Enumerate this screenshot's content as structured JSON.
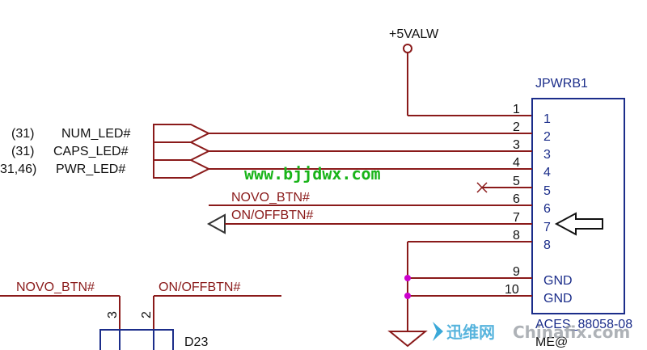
{
  "power_label": "+5VALW",
  "connector": {
    "name": "JPWRB1",
    "part": "ACES_88058-08",
    "variant": "ME@",
    "inner_pins": [
      "1",
      "2",
      "3",
      "4",
      "5",
      "6",
      "7",
      "8",
      "GND",
      "GND"
    ],
    "outer_pins": [
      "1",
      "2",
      "3",
      "4",
      "5",
      "6",
      "7",
      "8",
      "9",
      "10"
    ]
  },
  "inputs": [
    {
      "ref": "(31)",
      "net": "NUM_LED#"
    },
    {
      "ref": "(31)",
      "net": "CAPS_LED#"
    },
    {
      "ref": "31,46)",
      "net": "PWR_LED#"
    }
  ],
  "nets": {
    "novo": "NOVO_BTN#",
    "onoff": "ON/OFFBTN#"
  },
  "bottom": {
    "novo": "NOVO_BTN#",
    "onoff": "ON/OFFBTN#",
    "pin_a": "3",
    "pin_b": "2",
    "diode": "D23"
  },
  "watermark": {
    "site": "www.bjjdwx.com",
    "logo_cn": "迅维网",
    "logo_en": "Chinafix.com"
  },
  "colors": {
    "wire": "#8a1a1a",
    "body": "#1b2d8a",
    "junction": "#cc00cc",
    "watermark": "#19b419"
  }
}
